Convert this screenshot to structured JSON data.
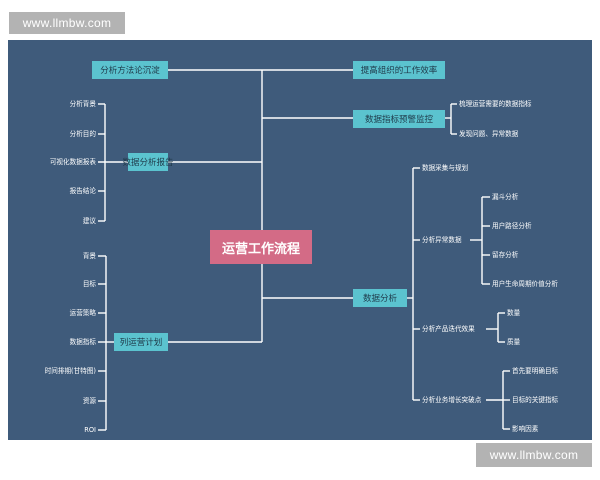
{
  "watermarks": {
    "top": "www.llmbw.com",
    "bottom": "www.llmbw.com"
  },
  "mindmap": {
    "center": "运营工作流程",
    "branches": {
      "methods": "分析方法论沉淀",
      "efficiency": "提高组织的工作效率",
      "monitoring": {
        "label": "数据指标预警监控",
        "children": [
          "梳理运营需要的数据指标",
          "发现问题、异常数据"
        ]
      },
      "report": {
        "label": "数据分析报告",
        "children": [
          "分析背景",
          "分析目的",
          "可视化数据报表",
          "报告结论",
          "建议"
        ]
      },
      "plan": {
        "label": "列运营计划",
        "children": [
          "背景",
          "目标",
          "运营策略",
          "数据指标",
          "时间排期(甘特图)",
          "资源",
          "ROI"
        ]
      },
      "analysis": {
        "label": "数据分析",
        "collect": "数据采集与规划",
        "anomaly": {
          "label": "分析异常数据",
          "children": [
            "漏斗分析",
            "用户路径分析",
            "留存分析",
            "用户生命周期价值分析"
          ]
        },
        "iteration": {
          "label": "分析产品迭代效果",
          "children": [
            "数量",
            "质量"
          ]
        },
        "growth": {
          "label": "分析业务增长突破点",
          "children": [
            "首先要明确目标",
            "目标的关键指标",
            "影响因素"
          ]
        }
      }
    }
  }
}
